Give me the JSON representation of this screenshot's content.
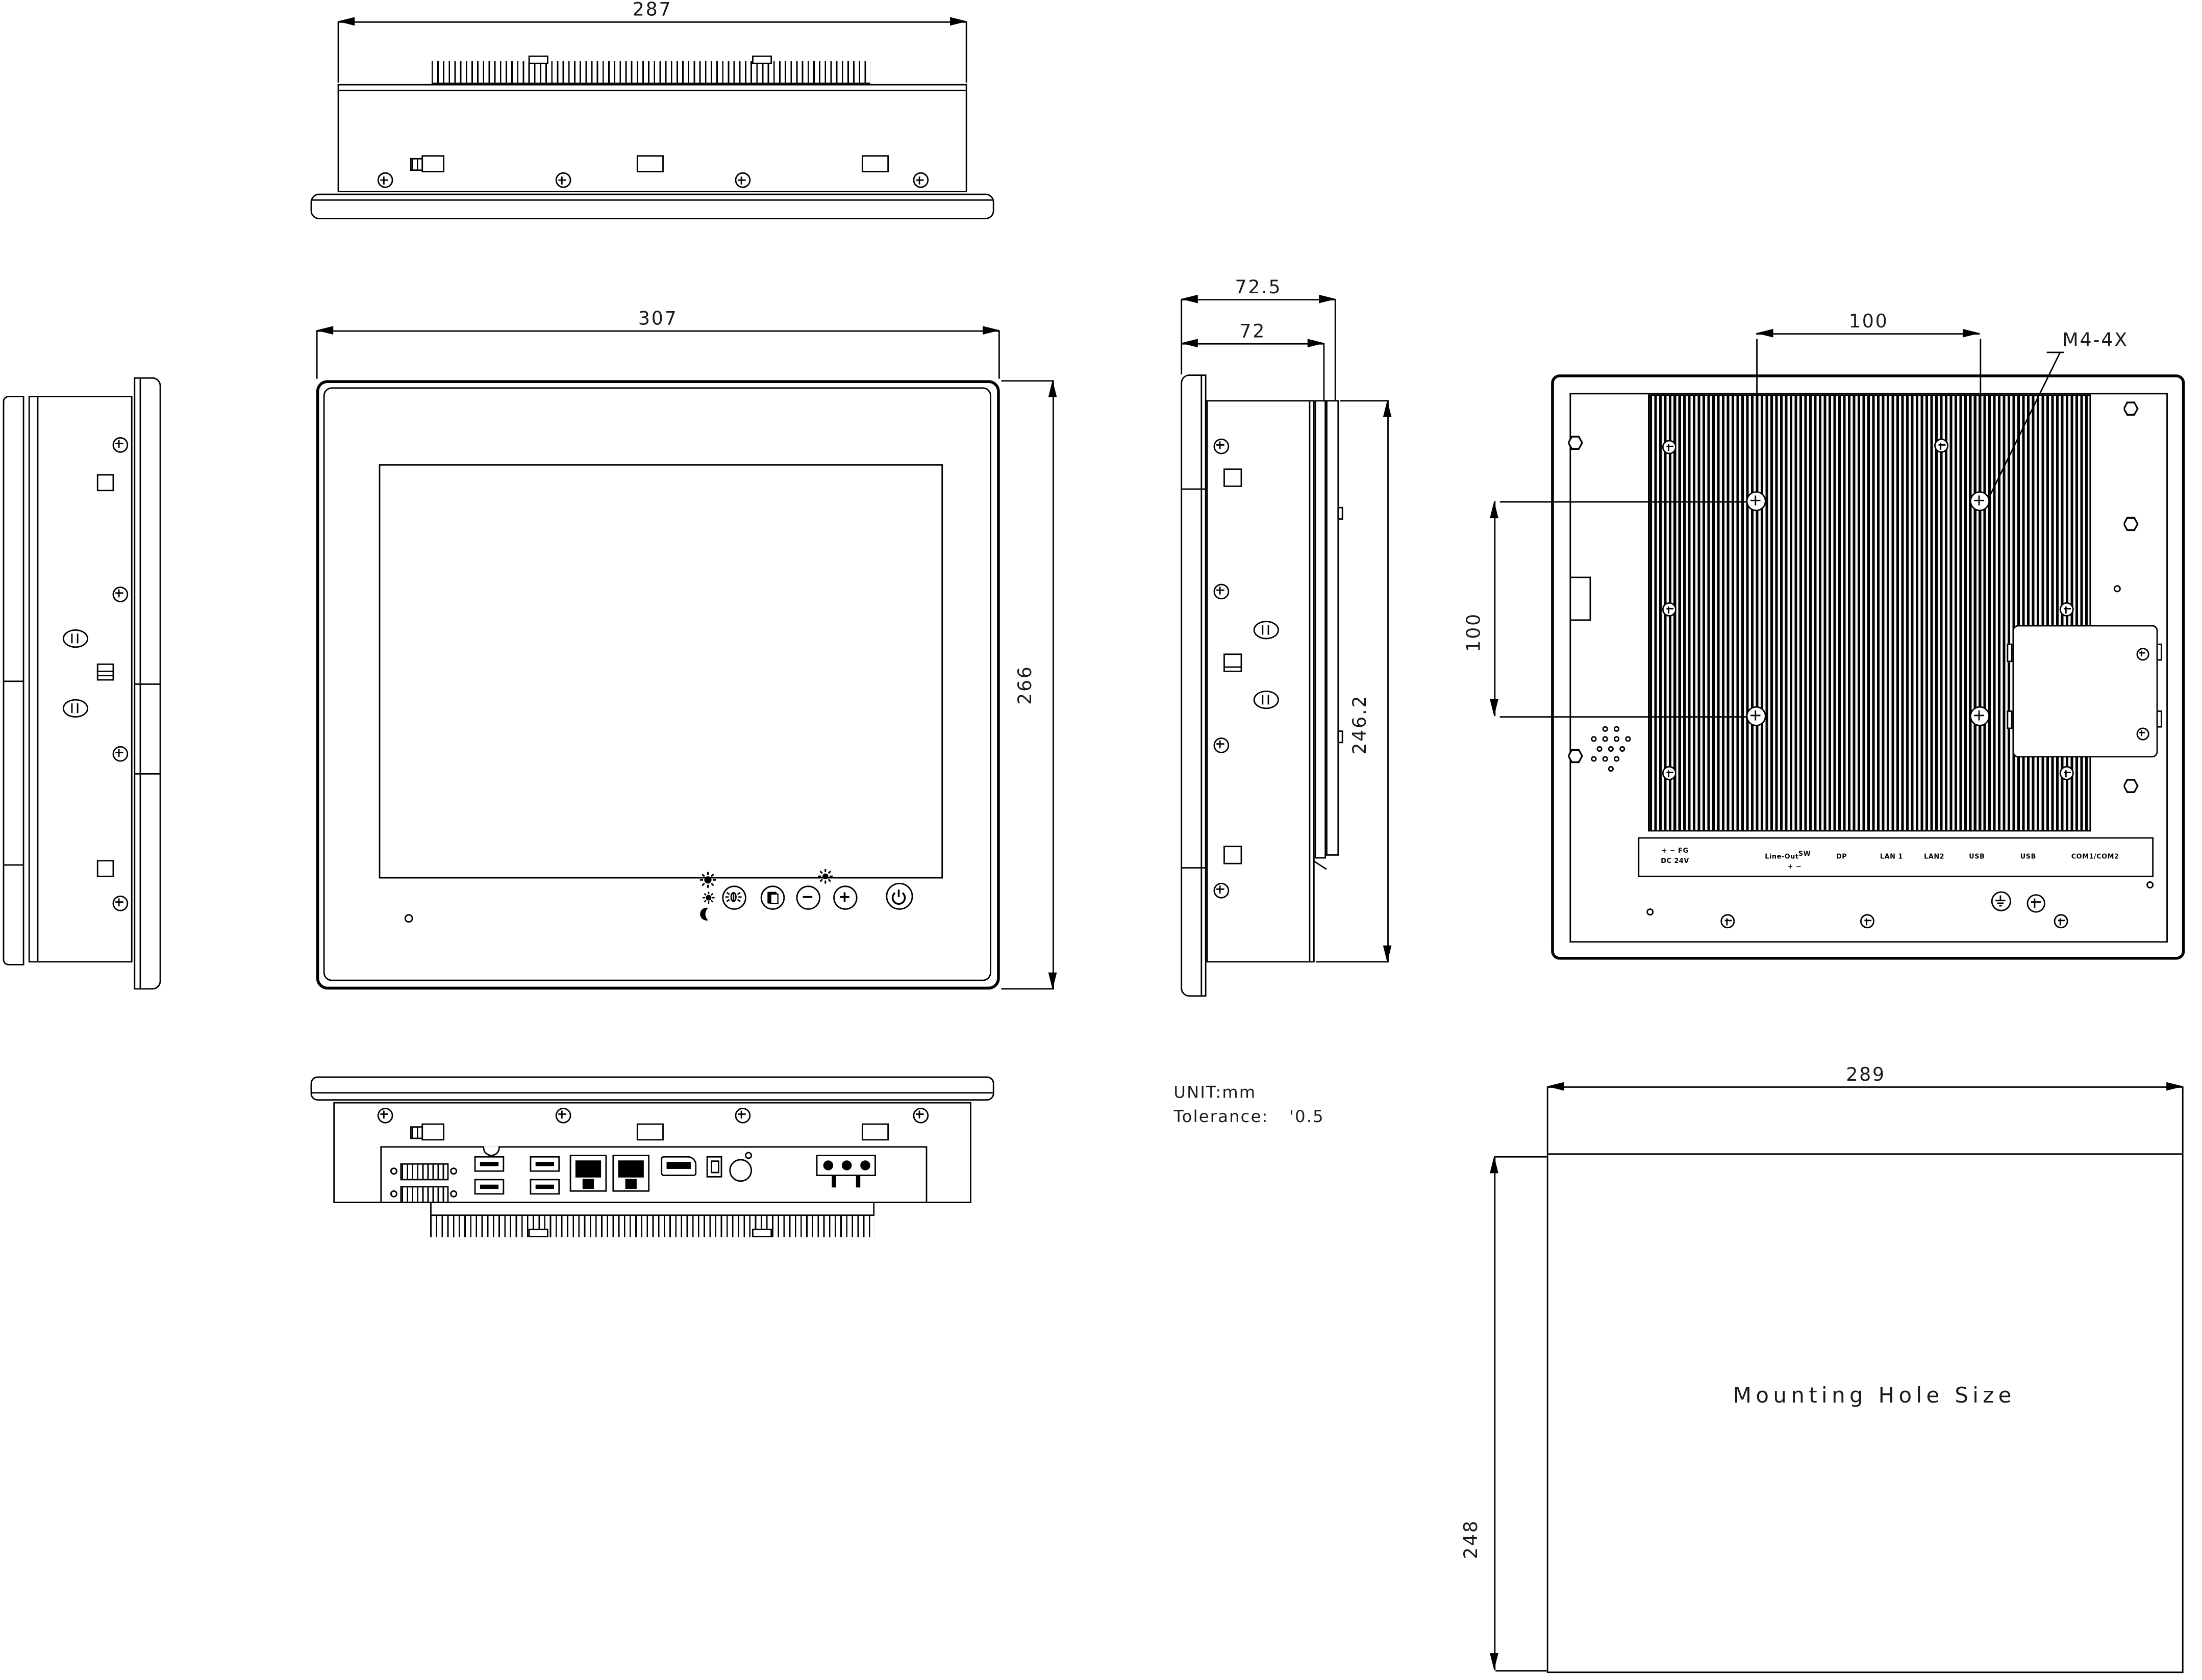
{
  "colors": {
    "ink": "#000000",
    "paper": "#ffffff"
  },
  "dims": {
    "top_width": "287",
    "front_width": "307",
    "front_height": "266",
    "depth_overall": "72.5",
    "depth_body": "72",
    "side_height": "246.2",
    "vesa_horizontal": "100",
    "vesa_vertical": "100",
    "thread_callout": "M4-4X",
    "mount_width": "289",
    "mount_height": "248"
  },
  "labels": {
    "mounting_area": "Mounting Hole Size"
  },
  "notes": {
    "unit": "UNIT:mm",
    "tolerance_label": "Tolerance:",
    "tolerance_value": "'0.5"
  },
  "rear_ports": {
    "dc_line1": "+  −   FG",
    "dc_line2": "DC 24V",
    "line_out": "Line-Out",
    "sw": "SW",
    "sw_polarity": "+    −",
    "dp": "DP",
    "lan1": "LAN 1",
    "lan2": "LAN2",
    "usb1": "USB",
    "usb2": "USB",
    "com": "COM1/COM2"
  }
}
